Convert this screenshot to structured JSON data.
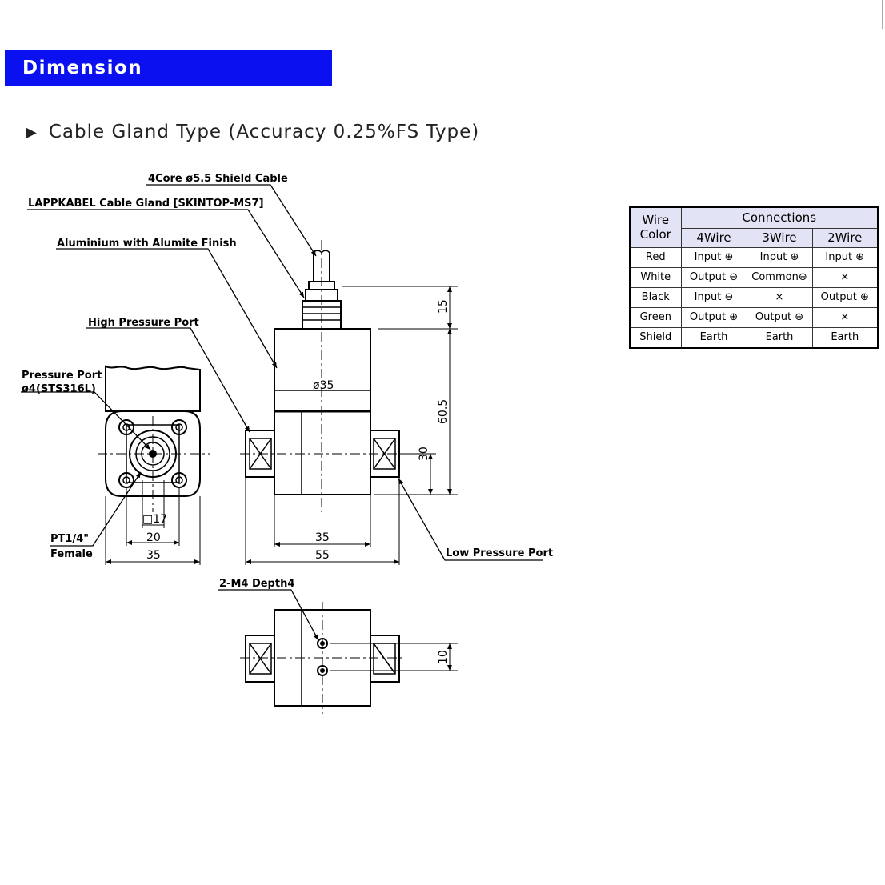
{
  "header": {
    "title": "Dimension",
    "bg_color": "#0a10f0"
  },
  "subtitle": {
    "marker": "▶",
    "text": "Cable Gland Type (Accuracy 0.25%FS Type)"
  },
  "callouts": {
    "cable": "4Core ø5.5 Shield Cable",
    "gland": "LAPPKABEL Cable Gland [SKINTOP-MS7]",
    "body": "Aluminium with Alumite Finish",
    "high_port": "High Pressure Port",
    "pressure_port_1": "Pressure Port",
    "pressure_port_2": "ø4(STS316L)",
    "pt_1": "PT1/4\"",
    "pt_2": "Female",
    "low_port": "Low Pressure Port",
    "m4": "2-M4 Depth4"
  },
  "dimensions": {
    "d15": "15",
    "d60_5": "60.5",
    "d30": "30",
    "dia35": "ø35",
    "w35_front": "35",
    "w55": "55",
    "sq17": "□17",
    "w20": "20",
    "w35_side": "35",
    "d10": "10"
  },
  "table": {
    "col_wire": [
      "Wire",
      "Color"
    ],
    "connections": "Connections",
    "types": [
      "4Wire",
      "3Wire",
      "2Wire"
    ],
    "rows": [
      {
        "color": "Red",
        "w4": "Input ⊕",
        "w3": "Input ⊕",
        "w2": "Input ⊕"
      },
      {
        "color": "White",
        "w4": "Output ⊖",
        "w3": "Common⊖",
        "w2": "×"
      },
      {
        "color": "Black",
        "w4": "Input ⊖",
        "w3": "×",
        "w2": "Output ⊕"
      },
      {
        "color": "Green",
        "w4": "Output ⊕",
        "w3": "Output ⊕",
        "w2": "×"
      },
      {
        "color": "Shield",
        "w4": "Earth",
        "w3": "Earth",
        "w2": "Earth"
      }
    ]
  }
}
